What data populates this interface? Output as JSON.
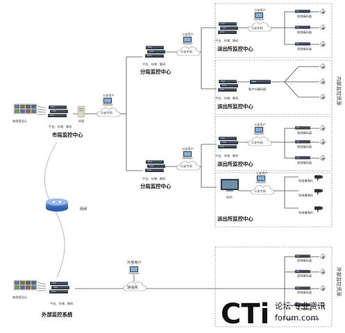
{
  "left": {
    "city_center_label": "市局监控中心",
    "videowall_label": "电视墙显示",
    "platform_label": "平台、存储、解码",
    "gateway_label": "网管",
    "gatekeeper_label": "网闸",
    "external_system_label": "外部监控系统"
  },
  "network": {
    "public_security_user": "公安用户",
    "public_security_net": "公安专网",
    "external_user": "外部用户",
    "comm_net": "通信网"
  },
  "branches": {
    "branch_label": "分局监控中心",
    "station_label": "派出所监控中心",
    "platform_label": "平台、存储、解码"
  },
  "devices": {
    "video_encoder": "视频编码器",
    "centralized_encoder": "集中式编码器",
    "network_camera": "网络摄像机",
    "nvr": "NVR"
  },
  "side_labels": {
    "internal": "内部监控资源",
    "external": "外部监控资源"
  },
  "watermark": {
    "logo": "CTi",
    "tagline": "论坛·专业资讯",
    "site": "forum.com"
  },
  "colors": {
    "line": "#4a4a4a",
    "dashed_border": "#6a6a6a",
    "device_dark": "#3a4250",
    "cloud_stroke": "#8a8a8a"
  }
}
